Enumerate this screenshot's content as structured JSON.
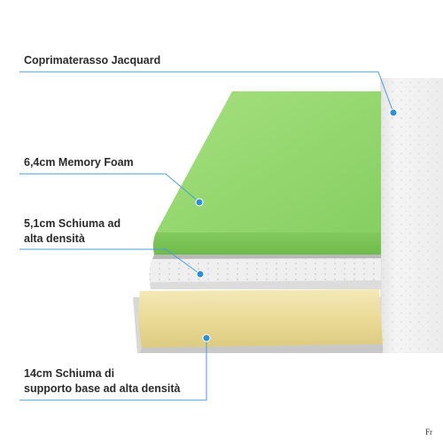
{
  "labels": {
    "cover": "Coprimaterasso Jacquard",
    "memory_foam": "6,4cm Memory Foam",
    "hd_foam_line1": "5,1cm Schiuma ad",
    "hd_foam_line2": "alta densità",
    "base_foam_line1": "14cm Schiuma di",
    "base_foam_line2": "supporto base ad alta densità"
  },
  "corner_mark": "Fr",
  "colors": {
    "leader_line": "#4a9fd8",
    "dot": "#2f8fd6",
    "memory_foam": "#8fd46a",
    "hd_foam": "#f0f0f0",
    "base_foam": "#ecdfa3",
    "cover": "#f2f2f2"
  }
}
